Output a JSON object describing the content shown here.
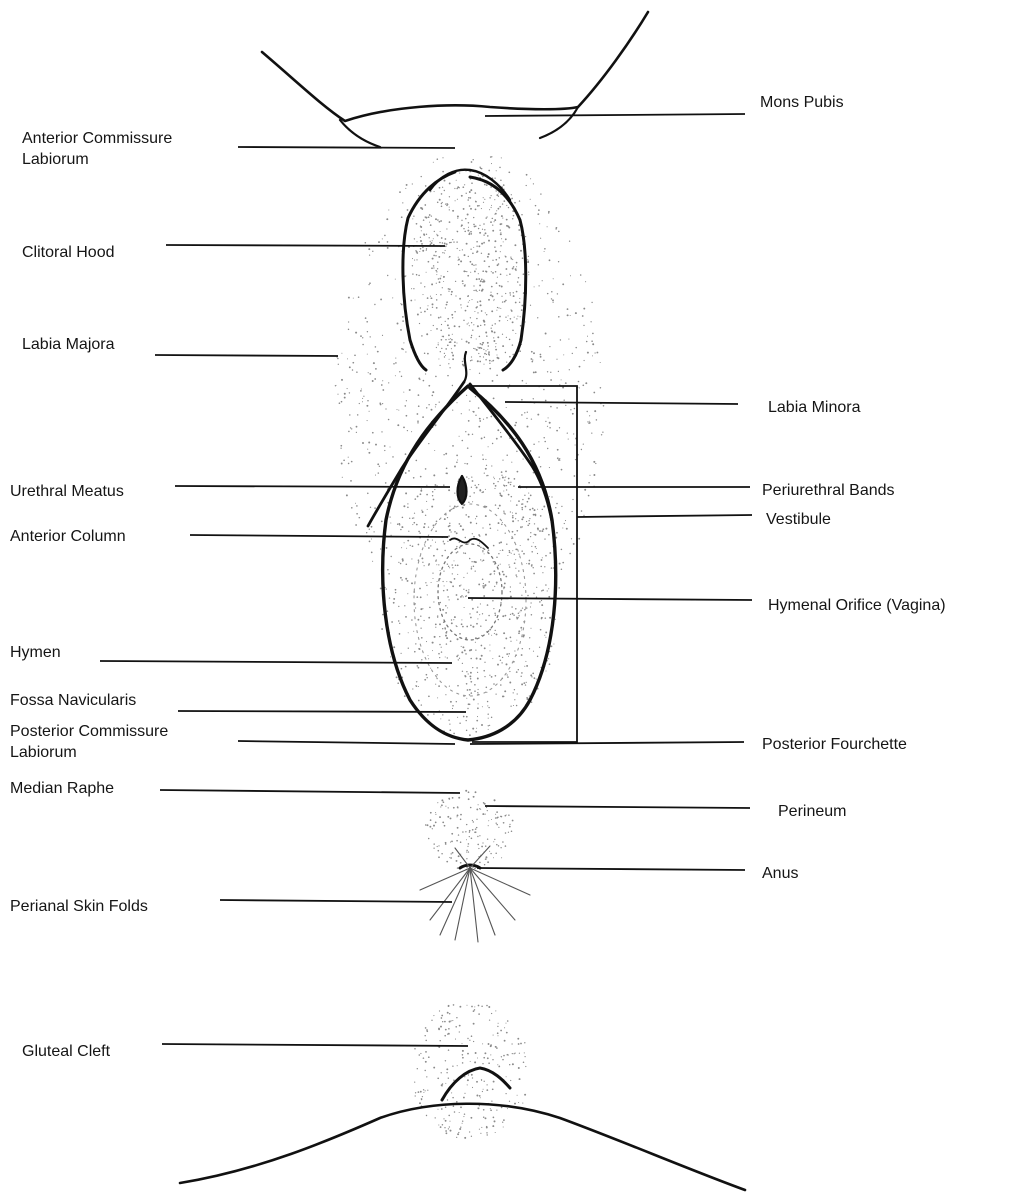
{
  "labels": {
    "left": {
      "anterior_commissure": "Anterior Commissure Labiorum",
      "clitoral_hood": "Clitoral Hood",
      "labia_majora": "Labia Majora",
      "urethral_meatus": "Urethral Meatus",
      "anterior_column": "Anterior Column",
      "hymen": "Hymen",
      "fossa_navicularis": "Fossa Navicularis",
      "posterior_commissure": "Posterior Commissure Labiorum",
      "median_raphe": "Median Raphe",
      "perianal_skin_folds": "Perianal Skin Folds",
      "gluteal_cleft": "Gluteal Cleft"
    },
    "right": {
      "mons_pubis": "Mons Pubis",
      "labia_minora": "Labia Minora",
      "periurethral_bands": "Periurethral Bands",
      "vestibule": "Vestibule",
      "hymenal_orifice": "Hymenal Orifice (Vagina)",
      "posterior_fourchette": "Posterior Fourchette",
      "perineum": "Perineum",
      "anus": "Anus"
    }
  },
  "colors": {
    "ink": "#111111",
    "stipple": "#8a8a8a",
    "background": "#ffffff"
  }
}
